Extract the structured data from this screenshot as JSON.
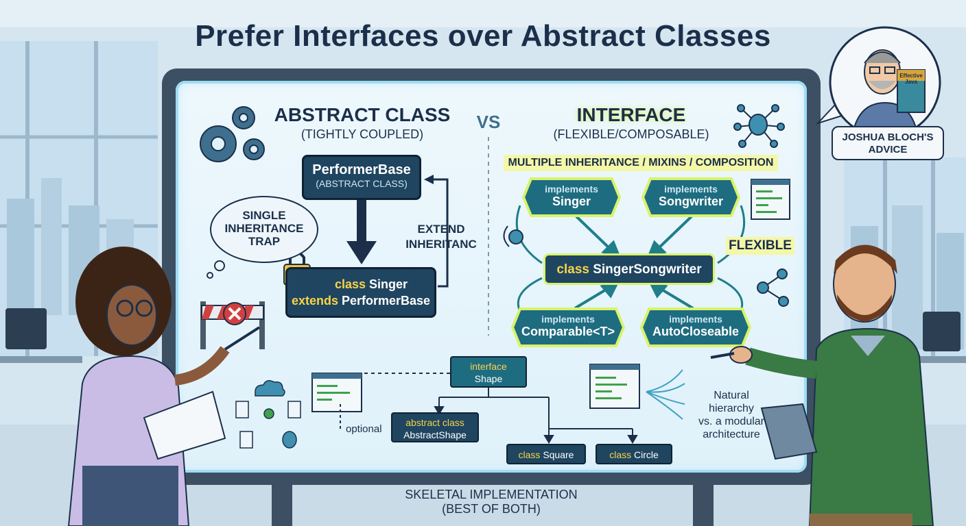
{
  "title": "Prefer Interfaces over Abstract Classes",
  "left": {
    "heading": "ABSTRACT CLASS",
    "subheading": "(TIGHTLY COUPLED)",
    "base_box": {
      "name": "PerformerBase",
      "note": "(ABSTRACT CLASS)"
    },
    "child_box": {
      "line1_kw": "class",
      "line1": "Singer",
      "line2_kw": "extends",
      "line2": "PerformerBase"
    },
    "arrow_label_1": "EXTEND",
    "arrow_label_2": "INHERITANC",
    "cloud_lines": [
      "SINGLE",
      "INHERITANCE",
      "TRAP"
    ]
  },
  "vs_label": "VS",
  "right": {
    "heading": "INTERFACE",
    "subheading": "(FLEXIBLE/COMPOSABLE)",
    "banner": "MULTIPLE INHERITANCE / MIXINS / COMPOSITION",
    "center_box": {
      "kw": "class",
      "name": "SingerSongwriter"
    },
    "interfaces": [
      {
        "kw": "implements",
        "name": "Singer"
      },
      {
        "kw": "implements",
        "name": "Songwriter"
      },
      {
        "kw": "implements",
        "name": "Comparable<T>"
      },
      {
        "kw": "implements",
        "name": "AutoCloseable"
      }
    ],
    "flexible_label": "FLEXIBLE"
  },
  "skeletal": {
    "interface_box": {
      "line1": "interface",
      "line2": "Shape"
    },
    "abstract_box": {
      "line1": "abstract class",
      "line2": "AbstractShape"
    },
    "optional_label": "optional",
    "square_box": {
      "kw": "class",
      "name": "Square"
    },
    "circle_box": {
      "kw": "class",
      "name": "Circle"
    },
    "caption_line1": "SKELETAL IMPLEMENTATION",
    "caption_line2": "(BEST OF BOTH)",
    "note_lines": [
      "Natural",
      "hierarchy",
      "vs. a modular",
      "architecture"
    ]
  },
  "bloch": {
    "label_line1": "JOSHUA BLOCH'S",
    "label_line2": "ADVICE",
    "book_title_line1": "Effective",
    "book_title_line2": "Java"
  }
}
